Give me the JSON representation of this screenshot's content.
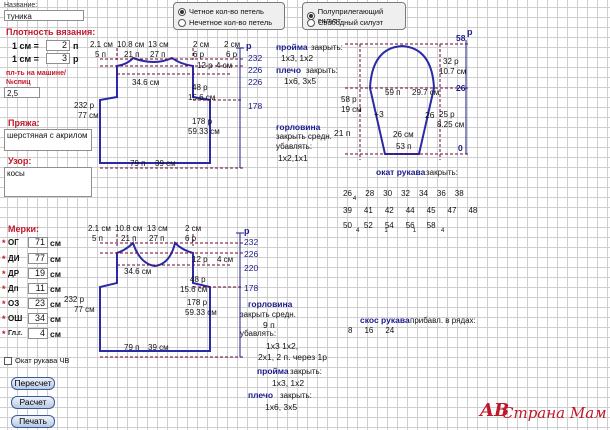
{
  "form": {
    "name_label": "Название:",
    "name_value": "туника",
    "density_title": "Плотность вязания:",
    "density_rows": [
      {
        "cm": "1 см =",
        "val": "2",
        "unit": "п"
      },
      {
        "cm": "1 см =",
        "val": "3",
        "unit": "р"
      }
    ],
    "machine_label_1": "пл-ть на машине/",
    "machine_label_2": "№спиц",
    "machine_value": "2,5",
    "yarn_title": "Пряжа:",
    "yarn_value": "шерстяная с акрилом",
    "pattern_title": "Узор:",
    "pattern_value": "косы",
    "measures_title": "Мерки:",
    "measures": [
      {
        "label": "ОГ",
        "value": "71",
        "unit": "см"
      },
      {
        "label": "ДИ",
        "value": "77",
        "unit": "см"
      },
      {
        "label": "ДР",
        "value": "19",
        "unit": "см"
      },
      {
        "label": "Дп",
        "value": "11",
        "unit": "см"
      },
      {
        "label": "ОЗ",
        "value": "23",
        "unit": "см"
      },
      {
        "label": "ОШ",
        "value": "34",
        "unit": "см"
      },
      {
        "label": "Гл.г.",
        "value": "4",
        "unit": "см"
      }
    ],
    "sleeve_checkbox": "Окат рукава ЧВ",
    "buttons": {
      "recalc": "Пересчет",
      "calc": "Расчет",
      "print": "Печать"
    }
  },
  "options": {
    "loops": [
      {
        "label": "Четное кол-во петель",
        "selected": true
      },
      {
        "label": "Нечетное кол-во петель",
        "selected": false
      }
    ],
    "silhouette": [
      {
        "label": "Полуприлегающий силуэт",
        "selected": true
      },
      {
        "label": "Свободный силуэт",
        "selected": false
      }
    ]
  },
  "back": {
    "top": [
      "2.1 см",
      "10.8 см",
      "13 см",
      "2 см",
      "2 см"
    ],
    "top2": [
      "5 п",
      "21 п",
      "27 п",
      "6 р",
      "6 р"
    ],
    "side": [
      "34.6 см",
      "48 р",
      "15.6 см",
      "178 р",
      "59.33 см",
      "232 р",
      "77 см",
      "79 п",
      "39 см",
      "12 р",
      "4 см"
    ],
    "right_nums": [
      "р",
      "232",
      "226",
      "226",
      "178"
    ],
    "notes": {
      "armhole": "пройма",
      "armhole_close": "закрыть:",
      "armhole_v": "1х3, 1х2",
      "shoulder": "плечо",
      "shoulder_close": "закрыть:",
      "shoulder_v": "1х6, 3х5",
      "neck": "горловина",
      "neck_close": "закрыть средн.",
      "neck_n": "21 п",
      "neck_dec": "убавлять:",
      "neck_v": "1х2,1х1"
    }
  },
  "front": {
    "top": [
      "2.1 см",
      "10.8 см",
      "13 см",
      "2 см"
    ],
    "top2": [
      "5 п",
      "21 п",
      "27 п",
      "6 р"
    ],
    "side": [
      "34.6 см",
      "12 р",
      "4 см",
      "48 р",
      "15.6 см",
      "178 р",
      "59.33 см",
      "232 р",
      "77 см",
      "79 п",
      "39 см"
    ],
    "right_nums": [
      "р",
      "232",
      "226",
      "220",
      "178"
    ],
    "notes": {
      "neck": "горловина",
      "neck_close": "закрыть средн.",
      "neck_n": "9 п",
      "neck_dec": "убавлять:",
      "neck_v1": "1х3 1х2,",
      "neck_v2": "2х1, 2 п. через 1р",
      "armhole": "пройма",
      "armhole_close": "закрыть:",
      "armhole_v": "1х3, 1х2",
      "shoulder": "плечо",
      "shoulder_close": "закрыть:",
      "shoulder_v": "1х6, 3х5"
    }
  },
  "sleeve": {
    "labels": [
      "32 р",
      "10.7 см",
      "59 п",
      "29.7 см",
      "58 р",
      "19 см",
      "+3",
      "26 см",
      "53 п",
      "26",
      "25 р",
      "8.25 см"
    ],
    "right_nums": [
      "58",
      "р",
      "26",
      "0"
    ],
    "cap_title": "окат рукава",
    "cap_close": "закрыть:",
    "cap_rows": [
      [
        "26",
        "4",
        "28",
        "30",
        "32",
        "34",
        "36",
        "38"
      ],
      [
        "39",
        "41",
        "42",
        "44",
        "45",
        "47",
        "48"
      ],
      [
        "50",
        "52",
        "54",
        "56",
        "58"
      ]
    ],
    "cap_subs": [
      "4",
      "1",
      "1",
      "4"
    ],
    "bevel_title": "скос рукава",
    "bevel_add": "прибавл. в рядах:",
    "bevel_rows": [
      "8",
      "16",
      "24"
    ]
  },
  "brand": {
    "logo": "AB",
    "site": "Страна Мам"
  },
  "colors": {
    "accent": "#c0182a",
    "blueprint": "#1a1a8c",
    "outline": "#2a2aa8",
    "dash": "#6a0a3a"
  }
}
